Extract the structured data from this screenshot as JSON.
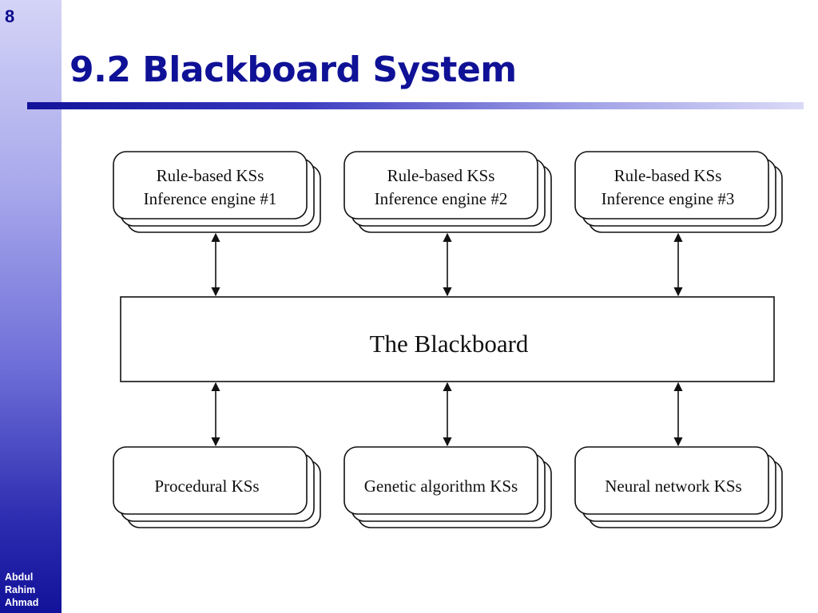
{
  "slide": {
    "number": "8",
    "title": "9.2 Blackboard System",
    "author_lines": [
      "Abdul",
      "Rahim",
      "Ahmad"
    ]
  },
  "diagram": {
    "top_nodes": [
      {
        "line1": "Rule-based KSs",
        "line2": "Inference engine #1"
      },
      {
        "line1": "Rule-based KSs",
        "line2": "Inference engine #2"
      },
      {
        "line1": "Rule-based KSs",
        "line2": "Inference engine #3"
      }
    ],
    "blackboard_label": "The Blackboard",
    "bottom_nodes": [
      {
        "label": "Procedural KSs"
      },
      {
        "label": "Genetic algorithm KSs"
      },
      {
        "label": "Neural network KSs"
      }
    ]
  }
}
